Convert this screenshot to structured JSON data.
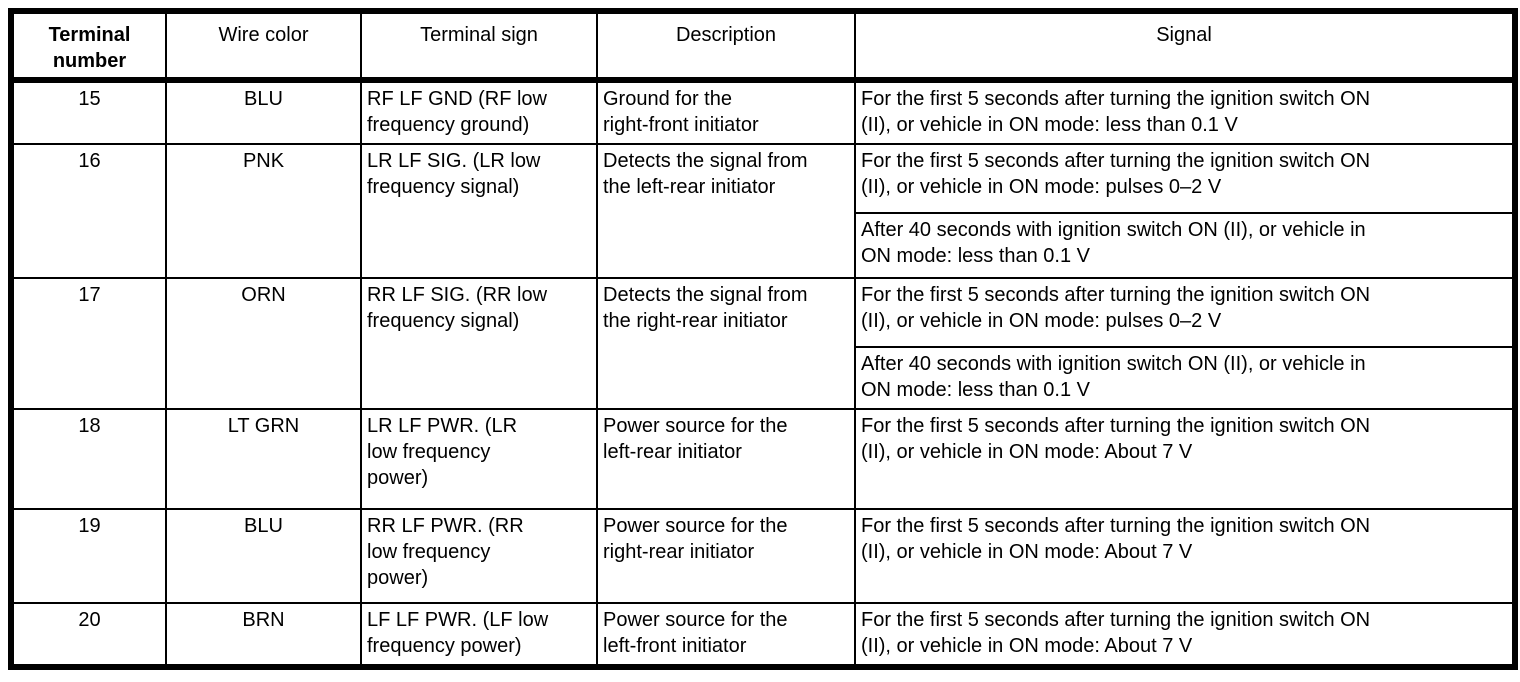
{
  "table": {
    "headers": [
      "Terminal\nnumber",
      "Wire color",
      "Terminal sign",
      "Description",
      "Signal"
    ],
    "rows": [
      {
        "terminal_number": "15",
        "wire_color": "BLU",
        "terminal_sign": "RF LF GND (RF low\nfrequency ground)",
        "description": "Ground for the\nright-front initiator",
        "signals": [
          "For the first 5 seconds after turning the ignition switch ON\n(II), or vehicle in ON mode: less than 0.1 V"
        ]
      },
      {
        "terminal_number": "16",
        "wire_color": "PNK",
        "terminal_sign": "LR LF SIG. (LR low\nfrequency signal)",
        "description": "Detects the signal from\nthe left-rear initiator",
        "signals": [
          "For the first 5 seconds after turning the ignition switch ON\n(II), or vehicle in ON mode: pulses 0–2 V",
          "After 40 seconds with ignition switch ON (II), or vehicle in\nON mode: less than 0.1 V"
        ]
      },
      {
        "terminal_number": "17",
        "wire_color": "ORN",
        "terminal_sign": "RR LF SIG. (RR low\nfrequency signal)",
        "description": "Detects the signal from\nthe right-rear initiator",
        "signals": [
          "For the first 5 seconds after turning the ignition switch ON\n(II), or vehicle in ON mode: pulses 0–2 V",
          "After 40 seconds with ignition switch ON (II), or vehicle in\nON mode: less than 0.1 V"
        ]
      },
      {
        "terminal_number": "18",
        "wire_color": "LT GRN",
        "terminal_sign": "LR LF PWR. (LR\nlow frequency\npower)",
        "description": "Power source for the\nleft-rear initiator",
        "signals": [
          "For the first 5 seconds after turning the ignition switch ON\n(II), or vehicle in ON mode: About 7 V"
        ]
      },
      {
        "terminal_number": "19",
        "wire_color": "BLU",
        "terminal_sign": "RR LF PWR. (RR\nlow frequency\npower)",
        "description": "Power source for the\nright-rear initiator",
        "signals": [
          "For the first 5 seconds after turning the ignition switch ON\n(II), or vehicle in ON mode: About 7 V"
        ]
      },
      {
        "terminal_number": "20",
        "wire_color": "BRN",
        "terminal_sign": "LF LF PWR. (LF low\nfrequency power)",
        "description": "Power source for the\nleft-front initiator",
        "signals": [
          "For the first 5 seconds after turning the ignition switch ON\n(II), or vehicle in ON mode: About 7 V"
        ]
      }
    ]
  },
  "colors": {
    "background": "#ffffff",
    "border": "#000000",
    "text": "#000000"
  }
}
